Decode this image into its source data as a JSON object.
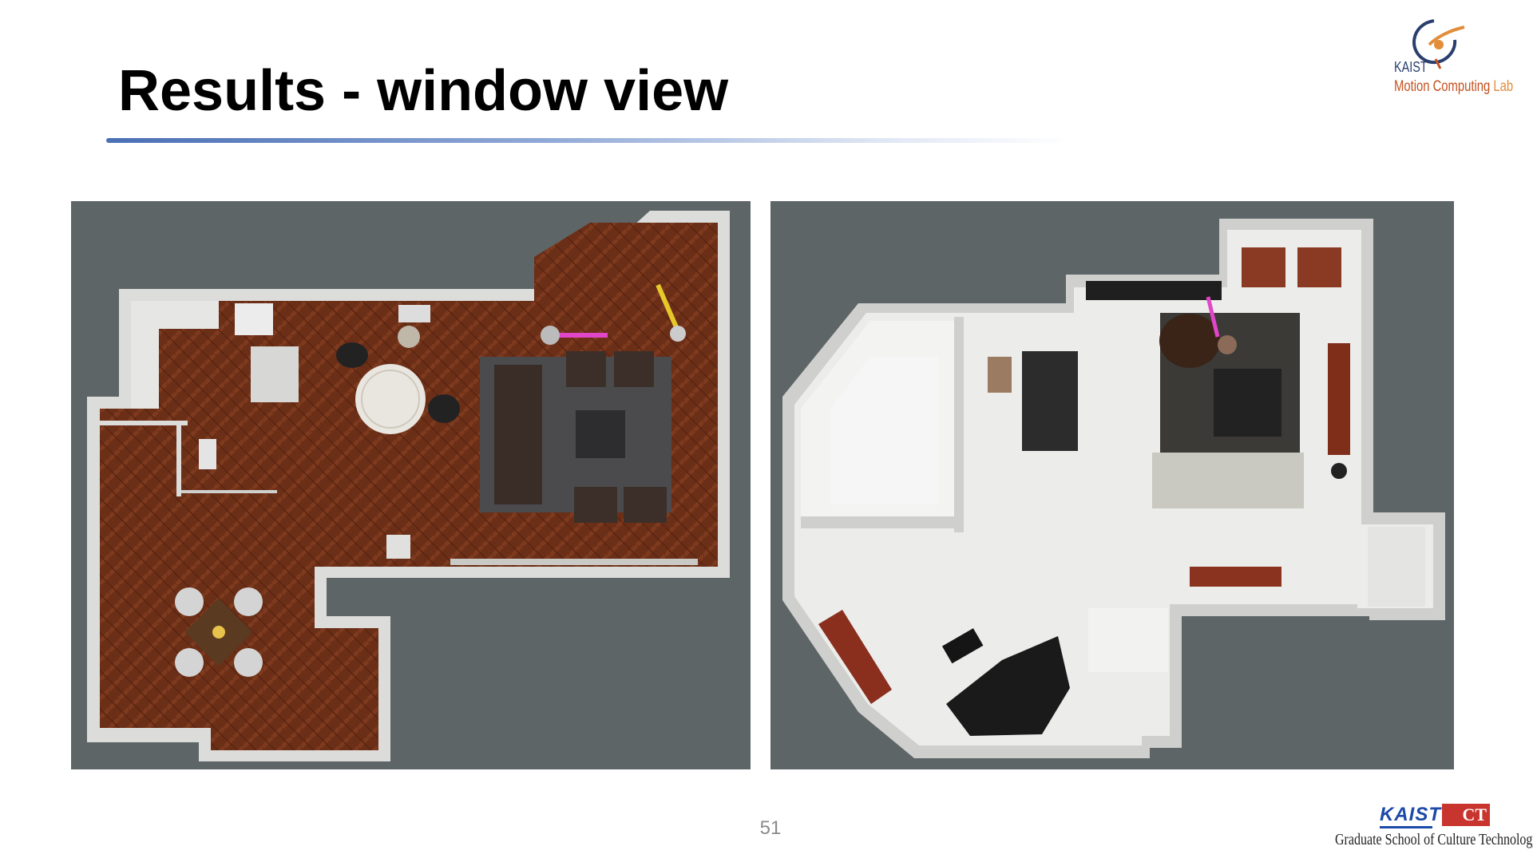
{
  "slide": {
    "title": "Results - window view",
    "page_number": "51"
  },
  "logos": {
    "lab": {
      "institution": "KAIST",
      "name_part1": "Motion Computing",
      "name_part2": "Lab"
    },
    "school": {
      "kaist": "KAIST",
      "ct": "CT",
      "name": "Graduate School of Culture Technology"
    }
  },
  "images": {
    "left": {
      "description": "Top-down render of apartment floor plan with brown wood floor"
    },
    "right": {
      "description": "Top-down render of apartment floor plan with white floor"
    }
  },
  "colors": {
    "background": "#ffffff",
    "accent_rule": "#4a6fb5",
    "panel_bg": "#5e6567",
    "wood_floor": "#6b2e17",
    "white_floor": "#ececea",
    "wall": "#dcdcda"
  }
}
